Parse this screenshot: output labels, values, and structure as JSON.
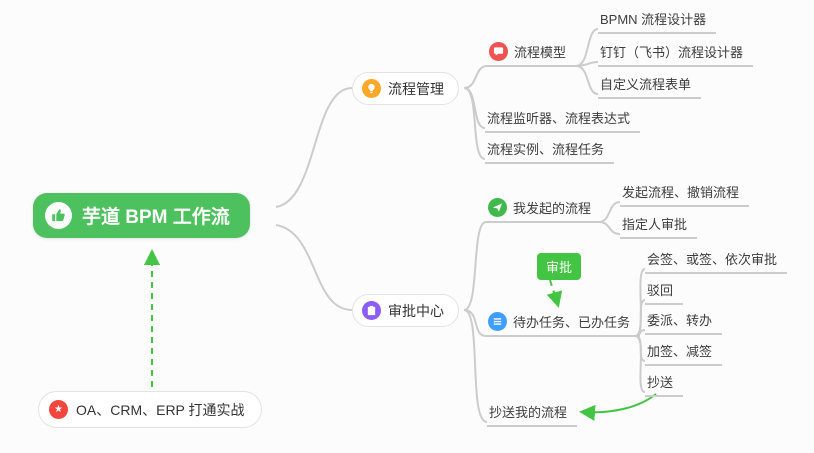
{
  "mindmap": {
    "root": {
      "label": "芋道 BPM 工作流",
      "icon": "thumbs-up-icon",
      "bg": "#4dc15d"
    },
    "note": {
      "label": "OA、CRM、ERP 打通实战",
      "icon": "star-icon",
      "icon_bg": "#f2453d"
    },
    "branches": {
      "process_management": {
        "label": "流程管理",
        "icon": "lightbulb-icon",
        "icon_bg": "#ffa726",
        "children": {
          "process_model": {
            "label": "流程模型",
            "icon": "chat-bubble-icon",
            "icon_bg": "#ef5350",
            "children": [
              "BPMN 流程设计器",
              "钉钉（飞书）流程设计器",
              "自定义流程表单"
            ]
          },
          "listener": "流程监听器、流程表达式",
          "instance": "流程实例、流程任务"
        }
      },
      "approval_center": {
        "label": "审批中心",
        "icon": "clipboard-icon",
        "icon_bg": "#8b5cf6",
        "children": {
          "my_initiated": {
            "label": "我发起的流程",
            "icon": "paper-plane-icon",
            "icon_bg": "#42b94e",
            "children": [
              "发起流程、撤销流程",
              "指定人审批"
            ]
          },
          "tasks": {
            "label": "待办任务、已办任务",
            "icon": "checklist-icon",
            "icon_bg": "#409eff",
            "children": [
              "会签、或签、依次审批",
              "驳回",
              "委派、转办",
              "加签、减签",
              "抄送"
            ]
          },
          "cc_me": "抄送我的流程"
        }
      }
    },
    "badge": {
      "label": "审批",
      "bg": "#43c543"
    },
    "colors": {
      "background": "#fcfcfc",
      "connector": "#cccccc",
      "arrow_green": "#43c543",
      "root_bg": "#4dc15d"
    }
  }
}
